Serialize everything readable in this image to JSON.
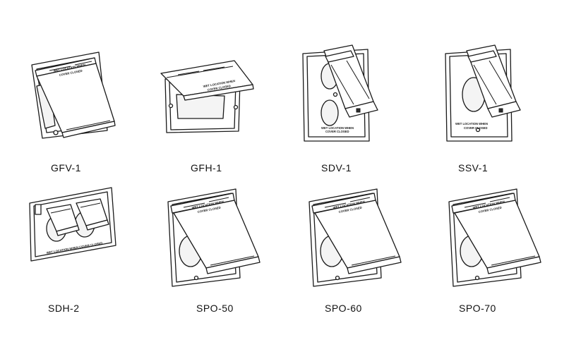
{
  "products": [
    {
      "model": "GFV-1",
      "cover_text": [
        "WET LOCATION WHEN",
        "COVER CLOSED"
      ]
    },
    {
      "model": "GFH-1",
      "cover_text": [
        "WET LOCATION WHEN",
        "COVER CLOSED"
      ]
    },
    {
      "model": "SDV-1",
      "cover_text": [
        "WET LOCATION WHEN",
        "COVER CLOSED"
      ]
    },
    {
      "model": "SSV-1",
      "cover_text": [
        "WET LOCATION WHEN",
        "COVER CLOSED"
      ]
    },
    {
      "model": "SDH-2",
      "cover_text": [
        "WET LOCATION WHEN COVER CLOSED"
      ]
    },
    {
      "model": "SPO-50",
      "cover_text": [
        "WET LOCATION WHEN",
        "COVER CLOSED"
      ]
    },
    {
      "model": "SPO-60",
      "cover_text": [
        "WET LOCATION WHEN",
        "COVER CLOSED"
      ]
    },
    {
      "model": "SPO-70",
      "cover_text": [
        "WET LOCATION WHEN",
        "COVER CLOSED"
      ]
    }
  ]
}
